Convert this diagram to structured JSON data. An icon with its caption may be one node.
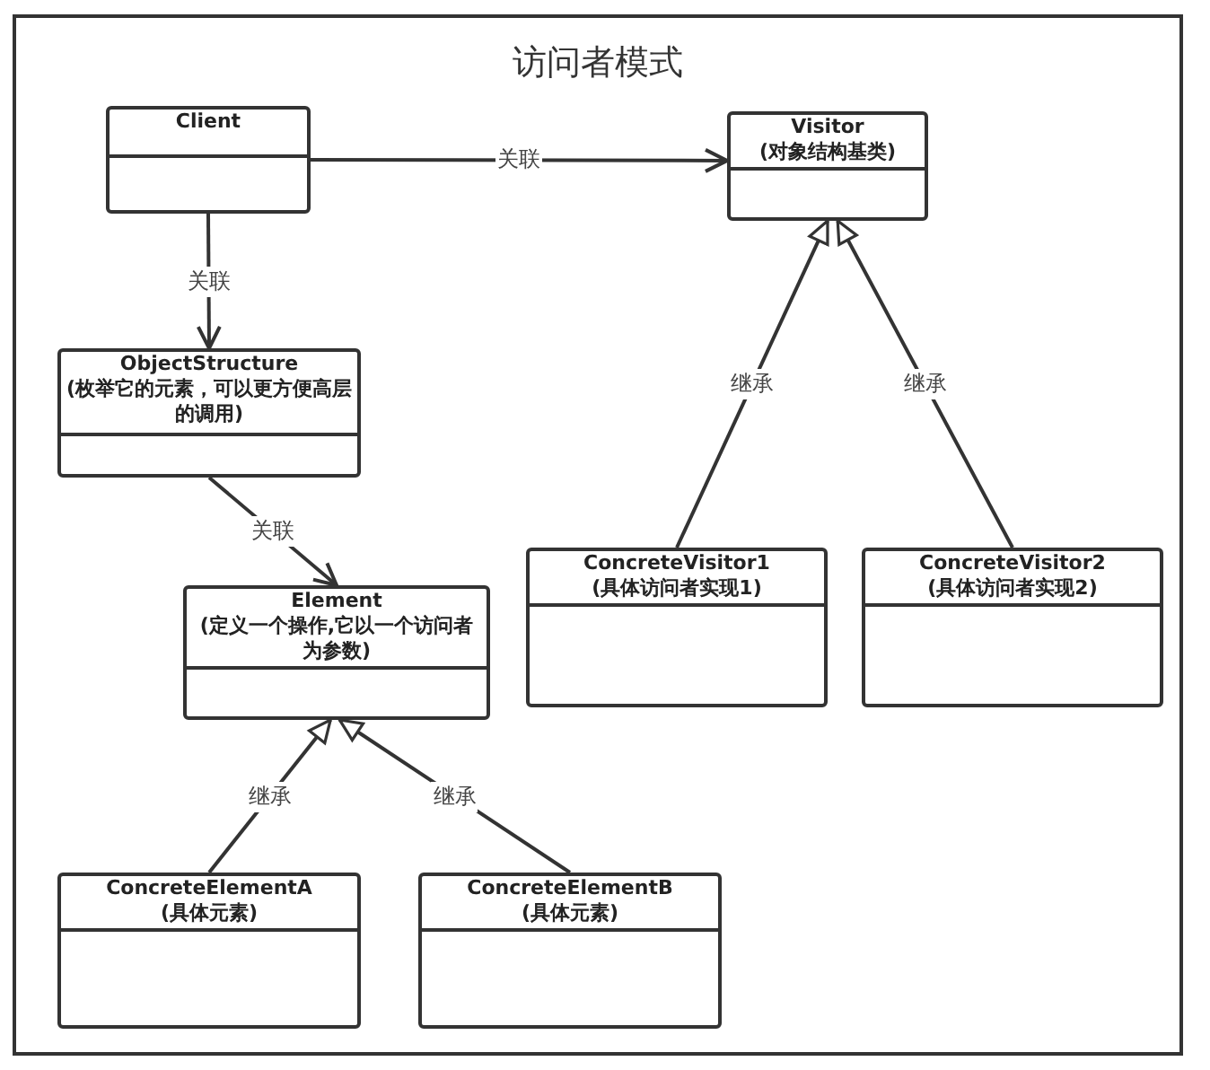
{
  "diagram": {
    "nodes": [
      {
        "text": [
          "访问者模式"
        ]
      },
      {
        "text": [
          "Client"
        ],
        "in": 0
      },
      {
        "text": [
          "Visitor",
          "(对象结构基类)"
        ],
        "in": 0
      },
      {
        "text": [
          "ObjectStructure",
          "(枚举它的元素，可以更方便高层的调用)"
        ],
        "in": 0
      },
      {
        "text": [
          "Element",
          "(定义一个操作,它以一个访问者为参数)"
        ],
        "in": 0
      },
      {
        "text": [
          "ConcreteVisitor1",
          "(具体访问者实现1)"
        ],
        "in": 0
      },
      {
        "text": [
          "ConcreteVisitor2",
          "(具体访问者实现2)"
        ],
        "in": 0
      },
      {
        "text": [
          "ConcreteElementA",
          "(具体元素)"
        ],
        "in": 0
      },
      {
        "text": [
          "ConcreteElementB",
          "(具体元素)"
        ],
        "in": 0
      }
    ],
    "edges": [
      {
        "from": 1,
        "to": 2,
        "arrow": "to",
        "label": "关联"
      },
      {
        "from": 1,
        "to": 3,
        "arrow": "to",
        "label": "关联"
      },
      {
        "from": 3,
        "to": 4,
        "arrow": "to",
        "label": "关联"
      },
      {
        "from": 5,
        "to": 2,
        "arrow": "to",
        "label": "继承"
      },
      {
        "from": 6,
        "to": 2,
        "arrow": "to",
        "label": "继承"
      },
      {
        "from": 7,
        "to": 4,
        "arrow": "to",
        "label": "继承"
      },
      {
        "from": 8,
        "to": 4,
        "arrow": "to",
        "label": "继承"
      }
    ]
  }
}
